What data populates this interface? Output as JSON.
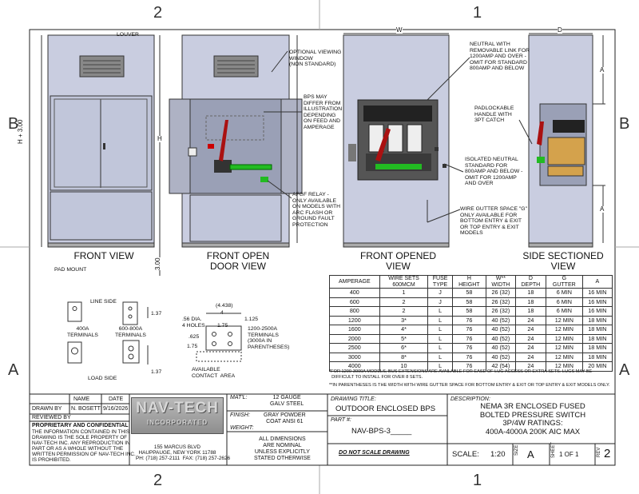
{
  "zones": {
    "top_left": "2",
    "top_right": "1",
    "bottom_left": "2",
    "bottom_right": "1",
    "side_b": "B",
    "side_a": "A"
  },
  "views": {
    "front": "FRONT VIEW",
    "front_open": "FRONT OPEN\nDOOR VIEW",
    "front_opened": "FRONT OPENED\nVIEW",
    "side_sectioned": "SIDE SECTIONED\nVIEW"
  },
  "dims": {
    "W": "W",
    "D": "D",
    "H3": "H + 3.00",
    "H": "H",
    "A": "A",
    "three": "3.00"
  },
  "callouts": {
    "louver": "LOUVER",
    "pad_mount": "PAD MOUNT",
    "viewing_window": "OPTIONAL VIEWING\nWINDOW\n(NON STANDARD)",
    "bps_differ": "BPS MAY\nDIFFER FROM\nILLUSTRATION\nDEPENDING\nON FEED AND\nAMPERAGE",
    "afgf": "AFGF RELAY -\nONLY AVAILABLE\nON MODELS WITH\nARC FLASH OR\nGROUND FAULT\nPROTECTION",
    "neutral_link": "NEUTRAL WITH\nREMOVABLE LINK FOR\n1200AMP AND OVER -\nOMIT FOR STANDARD\n800AMP AND BELOW",
    "padlock": "PADLOCKABLE\nHANDLE WITH\n3PT CATCH",
    "iso_neutral": "ISOLATED NEUTRAL\nSTANDARD FOR\n800AMP AND BELOW -\nOMIT FOR 1200AMP\nAND OVER",
    "gutter": "WIRE GUTTER SPACE \"G\"\nONLY AVAILABLE FOR\nBOTTOM ENTRY & EXIT\nOR TOP ENTRY & EXIT\nMODELS"
  },
  "terminals": {
    "line_side": "LINE SIDE",
    "load_side": "LOAD SIDE",
    "t400": "400A\nTERMINALS",
    "t600": "600-800A\nTERMINALS",
    "t1200": "1200-2500A\nTERMINALS\n(3000A IN\nPARENTHESES)",
    "dim137a": "1.37",
    "dim137b": "1.37",
    "dia": ".56 DIA.\n4 HOLES",
    "d4438": "(4.438)",
    "d4": "4",
    "d1125": "1.125",
    "d175a": "1.75",
    "d625": ".625",
    "d175b": "1.75",
    "contact": "AVAILABLE\nCONTACT  AREA"
  },
  "table": {
    "headers": [
      "AMPERAGE",
      "WIRE SETS\n600MCM",
      "FUSE\nTYPE",
      "H\nHEIGHT",
      "W**\nWIDTH",
      "D\nDEPTH",
      "G\nGUTTER",
      "A"
    ],
    "rows": [
      [
        "400",
        "1",
        "J",
        "58",
        "26 (32)",
        "18",
        "6 MIN",
        "16 MIN"
      ],
      [
        "600",
        "2",
        "J",
        "58",
        "26 (32)",
        "18",
        "6 MIN",
        "16 MIN"
      ],
      [
        "800",
        "2",
        "L",
        "58",
        "26 (32)",
        "18",
        "6 MIN",
        "16 MIN"
      ],
      [
        "1200",
        "3*",
        "L",
        "76",
        "40 (52)",
        "24",
        "12 MIN",
        "18 MIN"
      ],
      [
        "1600",
        "4*",
        "L",
        "76",
        "40 (52)",
        "24",
        "12 MIN",
        "18 MIN"
      ],
      [
        "2000",
        "5*",
        "L",
        "76",
        "40 (52)",
        "24",
        "12 MIN",
        "18 MIN"
      ],
      [
        "2500",
        "6*",
        "L",
        "76",
        "40 (52)",
        "24",
        "12 MIN",
        "18 MIN"
      ],
      [
        "3000",
        "8*",
        "L",
        "76",
        "40 (52)",
        "24",
        "12 MIN",
        "18 MIN"
      ],
      [
        "4000",
        "10",
        "L",
        "76",
        "42 (54)",
        "24",
        "12 MIN",
        "20 MIN"
      ]
    ],
    "note1": "*FOR 1200-3000A MODELS, BUS EXTENSIONS ARE AVAILABLE FOR EASE OF LUG ACCESS OR EXTRA SETS. LUGS MAY BE\n  DIFFICULT TO INSTALL FOR OVER 8 SETS.",
    "note2": "**IN PARENTHESES IS THE WIDTH WITH WIRE GUTTER SPACE FOR BOTTOM ENTRY & EXIT OR TOP ENTRY & EXIT MODELS ONLY."
  },
  "title_block": {
    "name_h": "NAME",
    "date_h": "DATE",
    "drawn_by_l": "DRAWN BY",
    "drawn_by": "N. BOSETTI",
    "drawn_date": "9/16/2026",
    "reviewed_by_l": "REVIEWED BY",
    "prop_title": "PROPRIETARY AND CONFIDENTIAL",
    "prop_text": "THE INFORMATION CONTAINED IN THIS\nDRAWING IS THE SOLE PROPERTY OF\nNAV-TECH INC. ANY REPRODUCTION IN\nPART OR AS A WHOLE WITHOUT THE\nWRITTEN PERMISSION OF NAV-TECH INC.\nIS PROHIBITED.",
    "logo_main": "NAV-TECH",
    "logo_sub": "INCORPORATED",
    "address": "155 MARCUS BLVD\nHAUPPAUGE, NEW YORK 11788\nPH: (718) 257-2111  FAX: (718) 257-2626",
    "matl_l": "MAT'L:",
    "matl": "12 GAUGE\nGALV STEEL",
    "finish_l": "FINISH:",
    "finish": "GRAY POWDER\nCOAT ANSI 61",
    "weight_l": "WEIGHT:",
    "nominal": "ALL DIMENSIONS\nARE NOMINAL\nUNLESS EXPLICITLY\nSTATED OTHERWISE",
    "title_l": "DRAWING TITLE:",
    "title": "OUTDOOR ENCLOSED BPS",
    "part_l": "PART #:",
    "part": "NAV-BPS-3_____",
    "dont_scale": "DO NOT SCALE DRAWING",
    "desc_l": "DESCRIPTION:",
    "desc": "NEMA 3R ENCLOSED FUSED\nBOLTED PRESSURE SWITCH\n3P/4W RATINGS:\n400A-4000A 200K AIC MAX",
    "scale_l": "SCALE:",
    "scale": "1:20",
    "size_l": "SIZE",
    "size": "A",
    "sheet_l": "SHEET",
    "sheet": "1 OF 1",
    "rev_l": "REV",
    "rev": "2"
  }
}
